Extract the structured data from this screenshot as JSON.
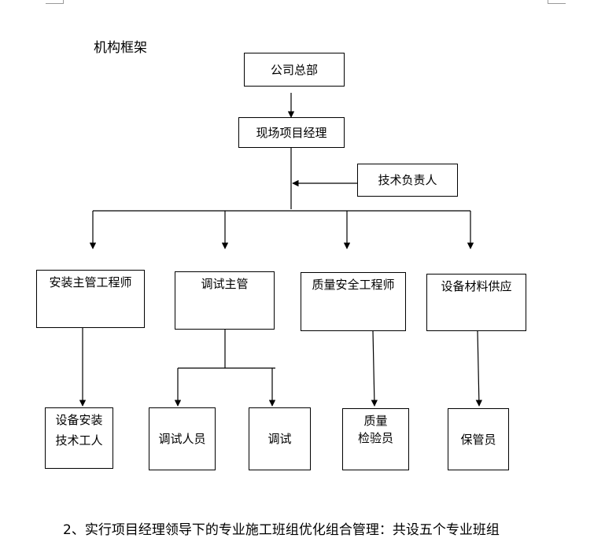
{
  "heading": "机构框架",
  "chart": {
    "hq": "公司总部",
    "pm": "现场项目经理",
    "tech_lead": "技术负责人",
    "managers": [
      "安装主管工程师",
      "调试主管",
      "质量安全工程师",
      "设备材料供应"
    ],
    "staff": [
      {
        "line1": "设备安装",
        "line2": "技术工人"
      },
      {
        "line1": "调试人员"
      },
      {
        "line1": "调试"
      },
      {
        "line1": "质量",
        "line2": "检验员"
      },
      {
        "line1": "保管员"
      }
    ]
  },
  "paragraph": "2、实行项目经理领导下的专业施工班组优化组合管理：共设五个专业班组"
}
